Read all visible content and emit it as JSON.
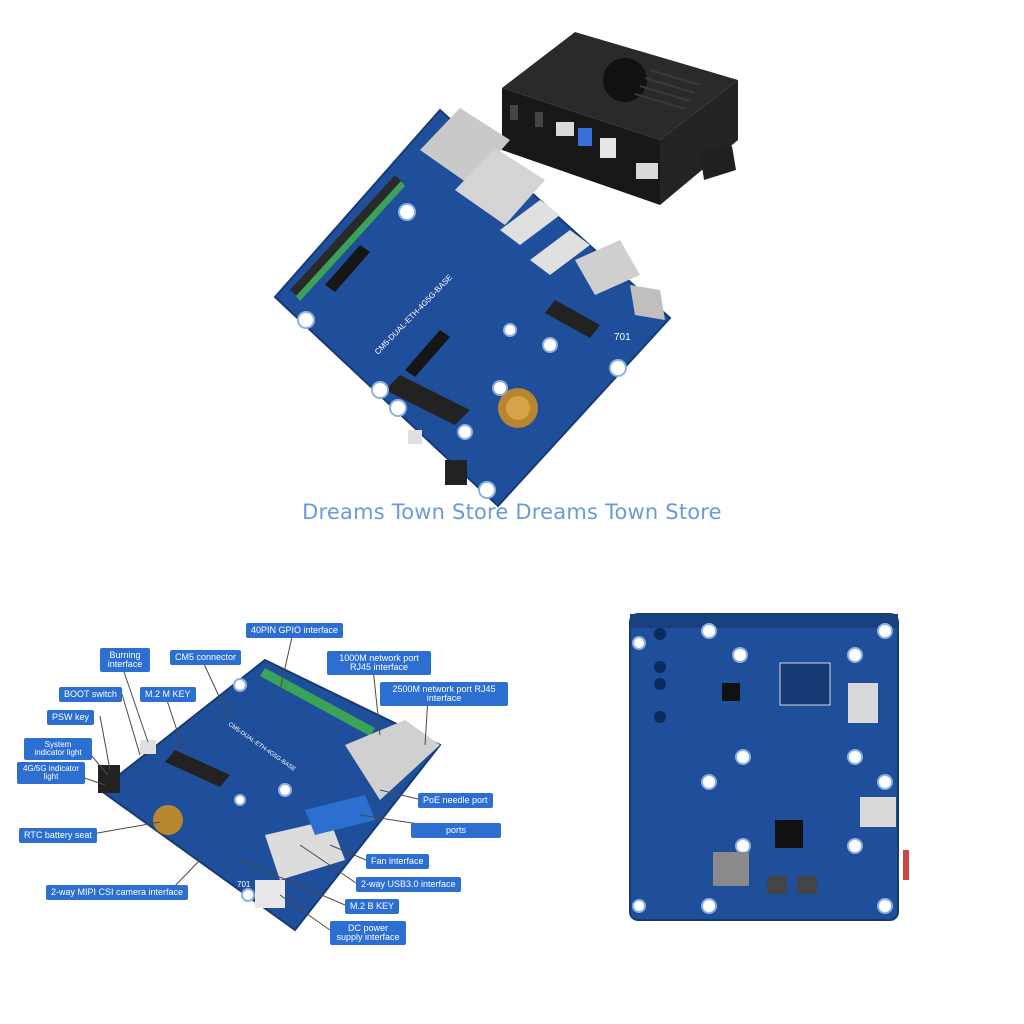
{
  "watermark": "Dreams Town Store Dreams Town Store",
  "board_marking": "CM5-DUAL-ETH-4G5G-BASE",
  "board_marking_small": "CM5-DUAL-ETH-4G5G-BASE",
  "board_number": "701",
  "board_number_small": "701",
  "callouts": {
    "gpio": "40PIN GPIO interface",
    "burning": "Burning interface",
    "cm5": "CM5 connector",
    "net1000": "1000M network port RJ45 interface",
    "boot": "BOOT switch",
    "m2m": "M.2 M KEY",
    "net2500": "2500M network port RJ45 interface",
    "psw": "PSW key",
    "sysled": "System indicator light",
    "led4g": "4G/5G indicator light",
    "poe": "PoE needle port",
    "rtc": "RTC battery seat",
    "ports": "ports",
    "fan": "Fan interface",
    "csi": "2-way MIPI CSI camera interface",
    "usb3": "2-way USB3.0 interface",
    "m2b": "M.2 B KEY",
    "dc": "DC power supply interface"
  },
  "colors": {
    "pcb": "#1f4f9a",
    "pcb_dark": "#163a73",
    "callout": "#2d6fd1",
    "watermark": "#6a9bd6",
    "enclosure": "#1c1c1e"
  }
}
